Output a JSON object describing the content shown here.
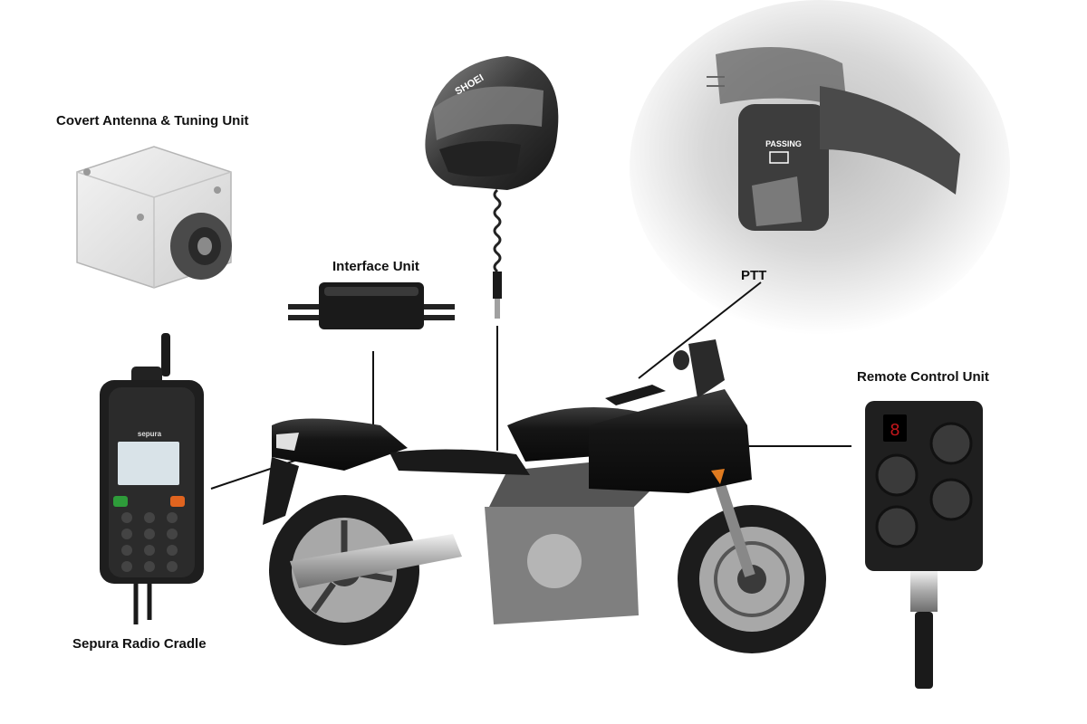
{
  "labels": {
    "covert_antenna": "Covert Antenna & Tuning Unit",
    "interface_unit": "Interface Unit",
    "ptt": "PTT",
    "remote_control_unit": "Remote Control Unit",
    "sepura_radio_cradle": "Sepura Radio Cradle"
  },
  "printed": {
    "helmet_brand": "SHOEI",
    "switch_text": "PASSING",
    "radio_brand": "sepura",
    "remote_display": "8"
  },
  "colors": {
    "background": "#ffffff",
    "label_text": "#111111",
    "leader_line": "#111111",
    "bike_body": "#141414",
    "green_key": "#2e9c3a",
    "orange_key": "#e0641f",
    "remote_led": "#c0161b"
  },
  "icons": {
    "helmet": "helmet-icon",
    "motorcycle": "motorcycle-icon",
    "radio": "radio-icon",
    "antenna_box": "antenna-box-icon",
    "interface_box": "interface-box-icon",
    "remote": "remote-control-icon",
    "handlebar_switch": "handlebar-switch-icon"
  }
}
